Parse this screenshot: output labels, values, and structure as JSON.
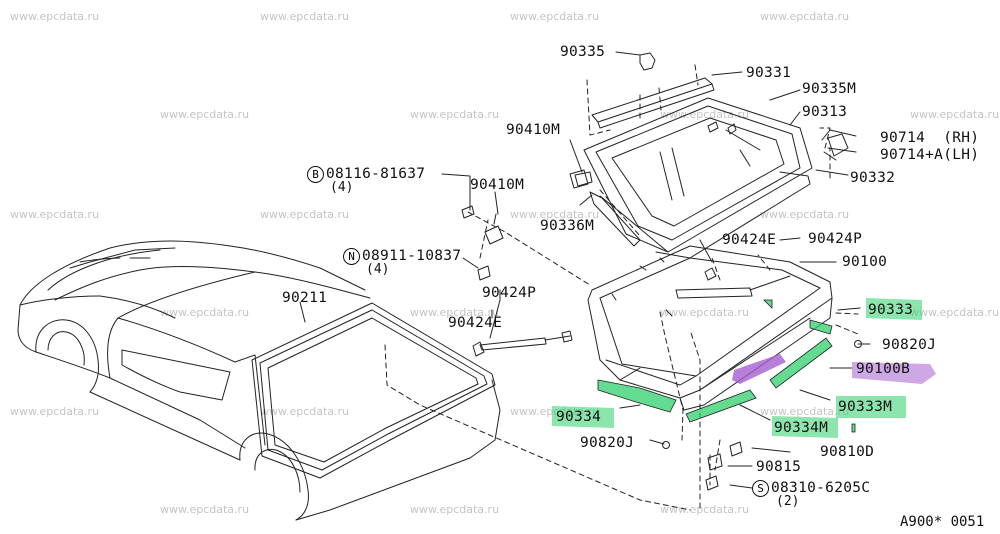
{
  "watermark": "www.epcdata.ru",
  "labels": {
    "p90335": "90335",
    "p90331": "90331",
    "p90335M": "90335M",
    "p90313": "90313",
    "p90410M_a": "90410M",
    "p90714": "90714  (RH)",
    "p90714A": "90714+A(LH)",
    "p90332": "90332",
    "bolt": "08116-81637",
    "bolt_qty": "(4)",
    "bolt_prefix": "B",
    "p90410M_b": "90410M",
    "p90336M": "90336M",
    "p90424E_top": "90424E",
    "p90424P_top": "90424P",
    "nut": "08911-10837",
    "nut_qty": "(4)",
    "nut_prefix": "N",
    "p90100": "90100",
    "p90211": "90211",
    "p90424P": "90424P",
    "p90424E": "90424E",
    "p90333": "90333",
    "p90820J_r": "90820J",
    "p90100B": "90100B",
    "p90334": "90334",
    "p90333M": "90333M",
    "p90334M": "90334M",
    "p90820J_l": "90820J",
    "p90810D": "90810D",
    "p90815": "90815",
    "screw": "08310-6205C",
    "screw_qty": "(2)",
    "screw_prefix": "S",
    "diagram_code": "A900* 0051"
  },
  "colors": {
    "highlight_green": "#2fcf6c",
    "highlight_purple": "#a55fcf",
    "line": "#222222",
    "watermark": "#c4c4c4"
  }
}
